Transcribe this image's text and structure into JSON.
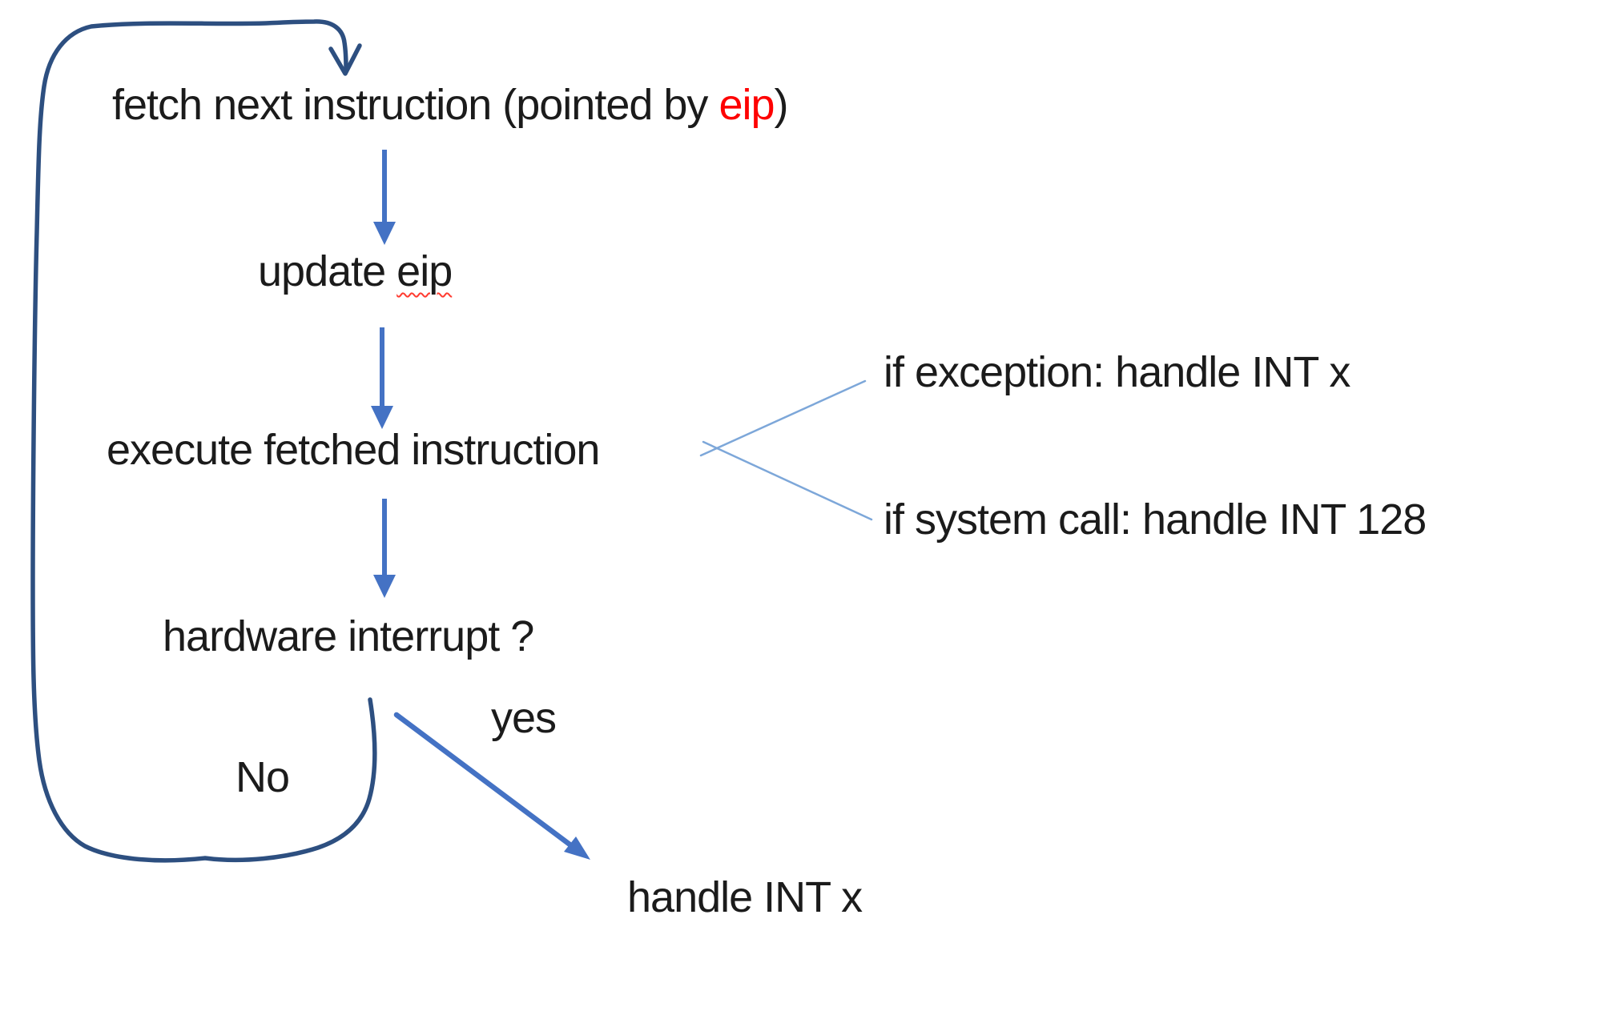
{
  "colors": {
    "loop_arrow": "#2d4f80",
    "flow_arrow": "#4472c4",
    "branch_line": "#7da7d9",
    "text_color": "#1b1b1b",
    "highlight_red": "#fe0000",
    "squiggle_red": "#ff3b30",
    "bg": "#ffffff"
  },
  "flow": {
    "fetch": {
      "prefix": "fetch next instruction (pointed by ",
      "register": "eip",
      "suffix": ")"
    },
    "update": {
      "prefix": "update ",
      "register": "eip"
    },
    "execute": {
      "label": "execute fetched instruction"
    },
    "hardware": {
      "label": "hardware interrupt ?"
    },
    "handle": {
      "label": "handle INT x"
    }
  },
  "branches": {
    "exception": {
      "label": "if exception: handle INT x"
    },
    "syscall": {
      "label": "if system call: handle INT 128"
    },
    "yes_label": "yes",
    "no_label": "No"
  }
}
